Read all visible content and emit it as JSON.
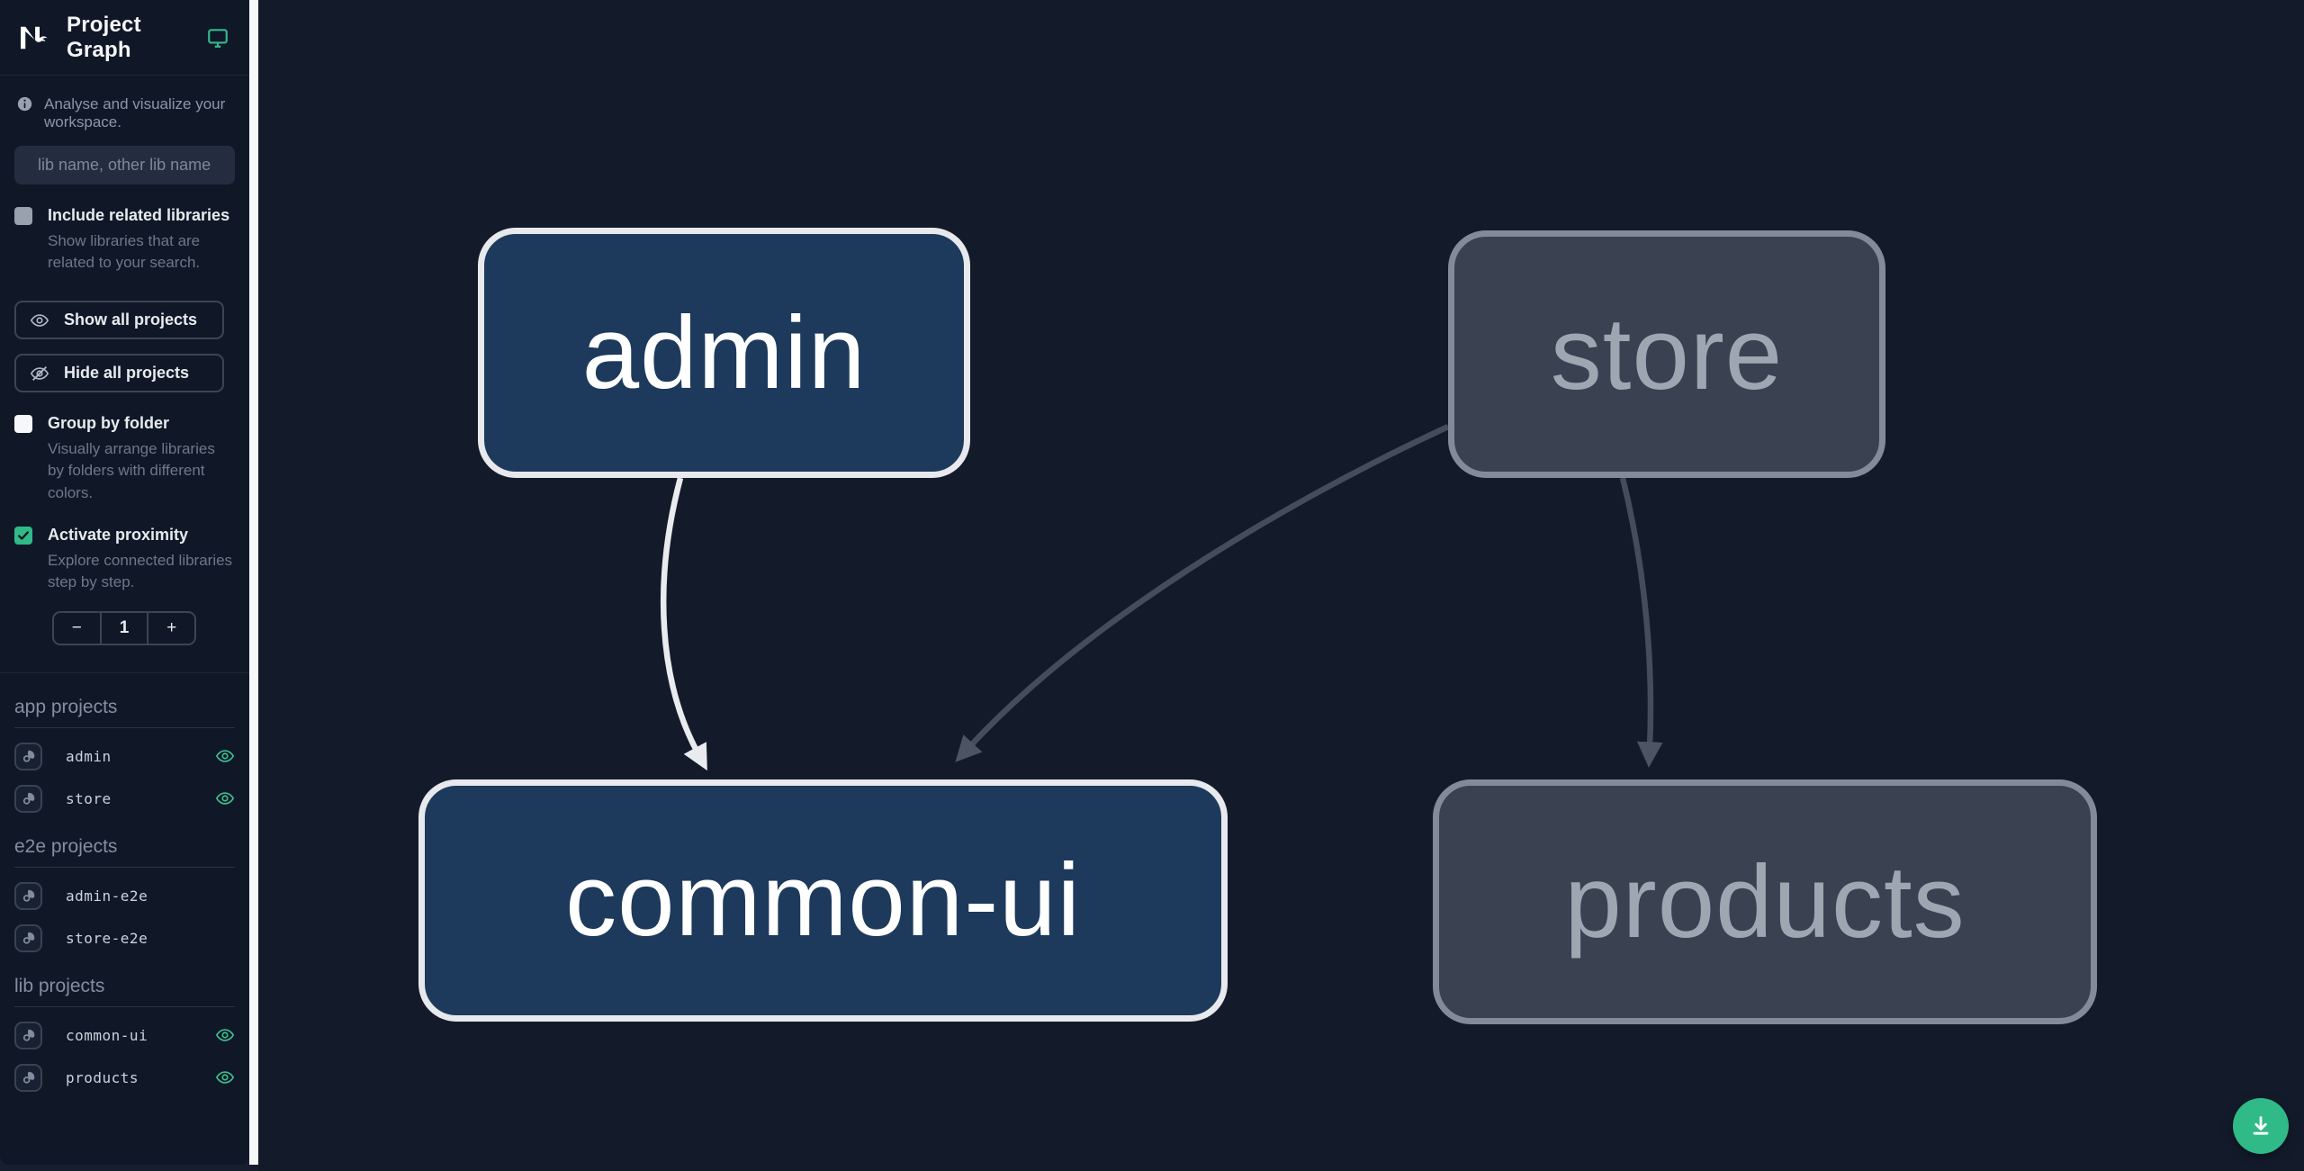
{
  "sidebar": {
    "title": "Project Graph",
    "tagline": "Analyse and visualize your workspace.",
    "search_placeholder": "lib name, other lib name",
    "include_related": {
      "label": "Include related libraries",
      "description": "Show libraries that are related to your search.",
      "checked": false
    },
    "show_all_label": "Show all projects",
    "hide_all_label": "Hide all projects",
    "group_by_folder": {
      "label": "Group by folder",
      "description": "Visually arrange libraries by folders with different colors.",
      "checked": false
    },
    "activate_proximity": {
      "label": "Activate proximity",
      "description": "Explore connected libraries step by step.",
      "checked": true
    },
    "proximity_stepper": {
      "decrement": "−",
      "value": "1",
      "increment": "+"
    },
    "sections": [
      {
        "title": "app projects",
        "items": [
          {
            "name": "admin",
            "visible": true
          },
          {
            "name": "store",
            "visible": true
          }
        ]
      },
      {
        "title": "e2e projects",
        "items": [
          {
            "name": "admin-e2e",
            "visible": false
          },
          {
            "name": "store-e2e",
            "visible": false
          }
        ]
      },
      {
        "title": "lib projects",
        "items": [
          {
            "name": "common-ui",
            "visible": true
          },
          {
            "name": "products",
            "visible": true
          }
        ]
      }
    ]
  },
  "graph": {
    "nodes": [
      {
        "id": "admin",
        "label": "admin",
        "state": "focused"
      },
      {
        "id": "store",
        "label": "store",
        "state": "faded"
      },
      {
        "id": "common-ui",
        "label": "common-ui",
        "state": "focused"
      },
      {
        "id": "products",
        "label": "products",
        "state": "faded"
      }
    ],
    "edges": [
      {
        "source": "admin",
        "target": "common-ui",
        "state": "focused"
      },
      {
        "source": "store",
        "target": "common-ui",
        "state": "faded"
      },
      {
        "source": "store",
        "target": "products",
        "state": "faded"
      }
    ]
  },
  "colors": {
    "accent_green": "#30ba88",
    "node_focused_bg": "#1d3a5c",
    "node_focused_border": "#e7e9ec",
    "node_faded_bg": "#3a4150",
    "node_faded_border": "#848b98",
    "edge_focused": "#e9ebee",
    "edge_faded": "#454d5b",
    "sidebar_bg": "#101828",
    "canvas_bg": "#131b2b"
  },
  "icons": {
    "logo": "nx-logo",
    "theme": "monitor-icon",
    "info": "info-icon",
    "filter": "funnel-icon",
    "show": "eye-icon",
    "hide": "eye-slash-icon",
    "focus": "focus-icon",
    "visible": "eye-icon",
    "download": "download-icon"
  }
}
